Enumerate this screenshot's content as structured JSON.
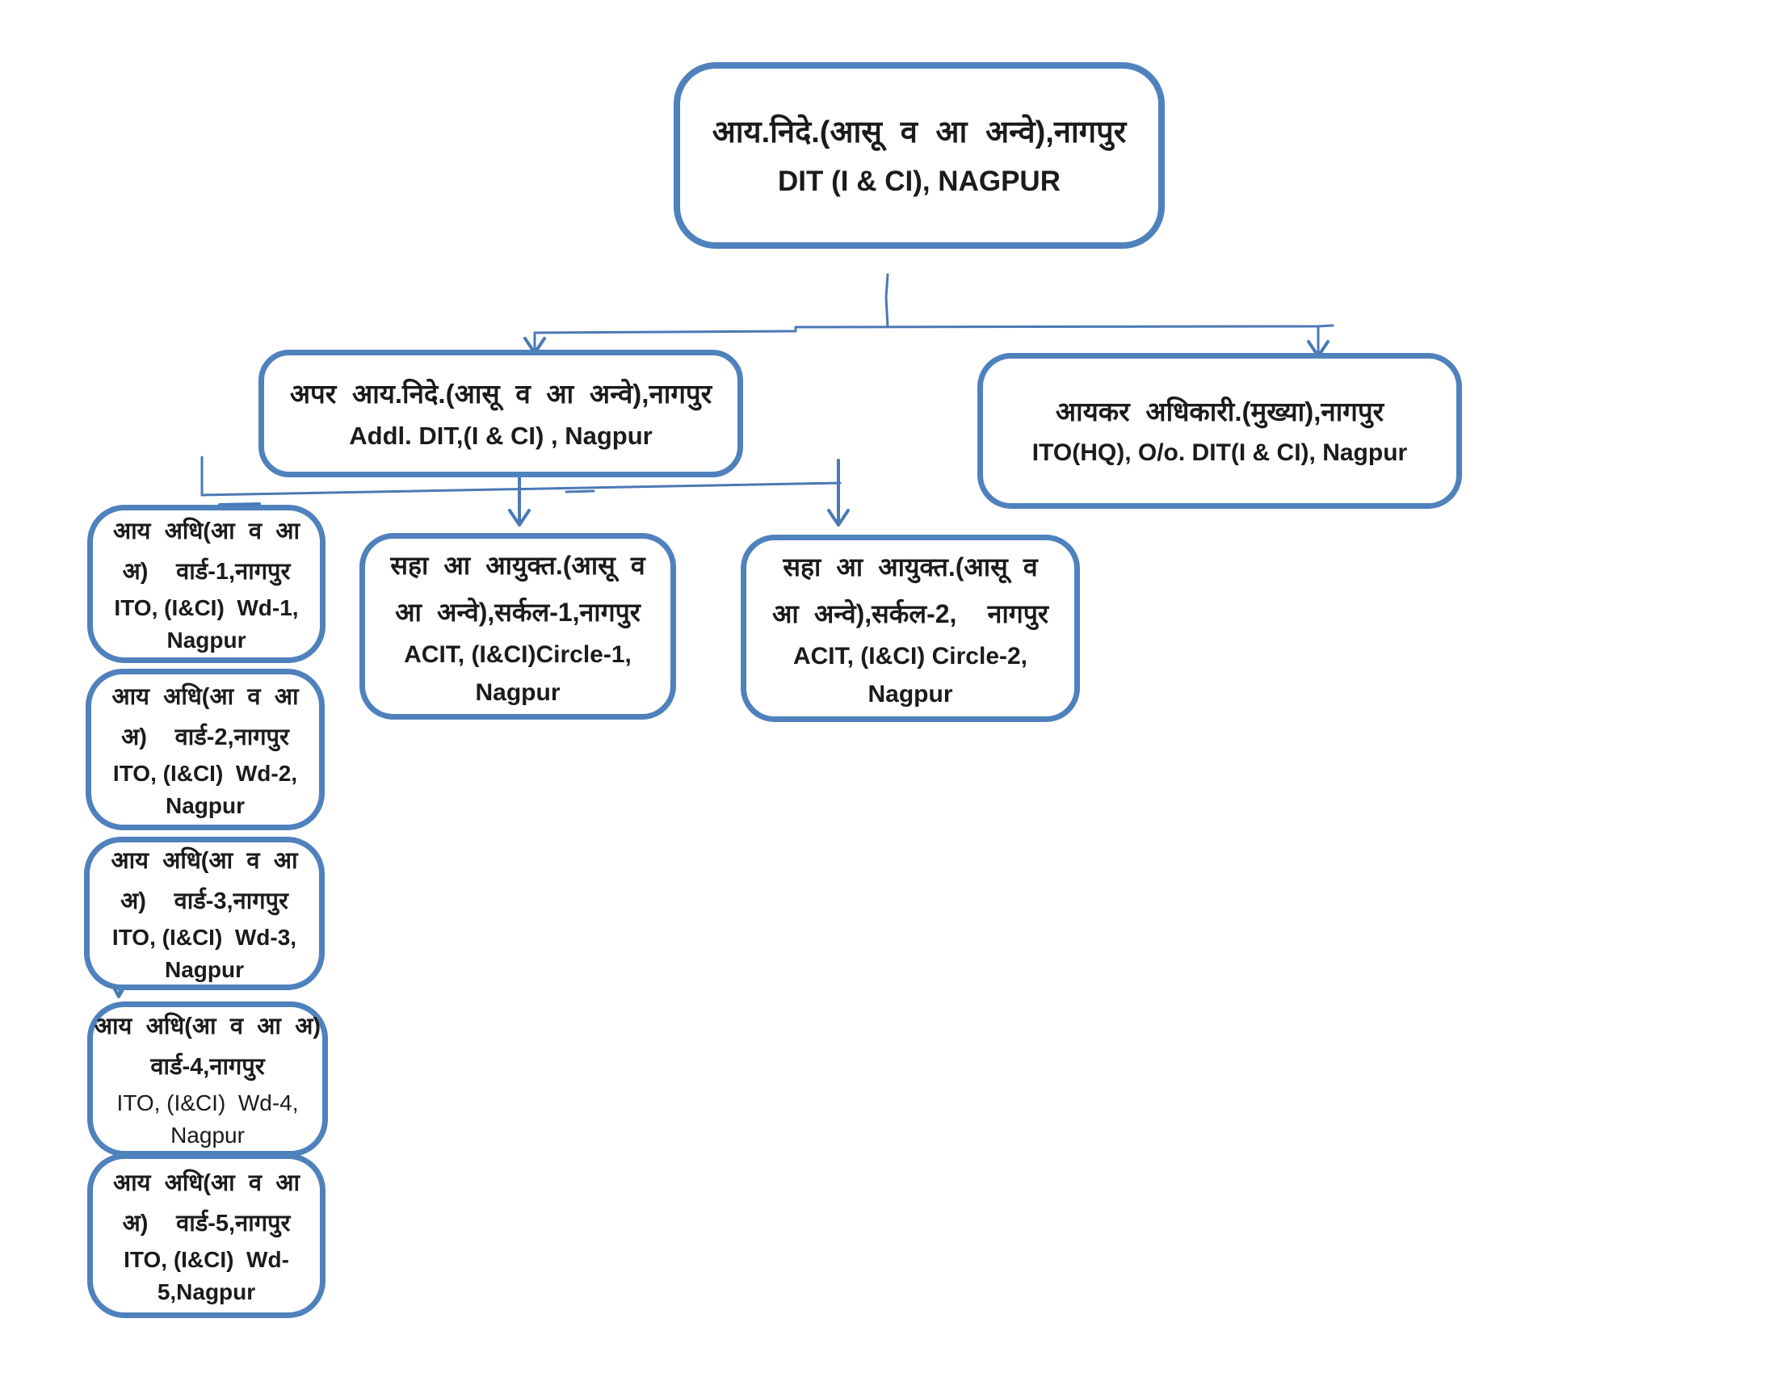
{
  "colors": {
    "accent": "#4f81bd",
    "connector": "#4a79b5",
    "text": "#1b1b1b"
  },
  "nodes": [
    {
      "id": "dit-nagpur",
      "hindi_lines": [
        "आय.निदे.(आसू व आ अन्वे),नागपुर"
      ],
      "english_lines": [
        "DIT (I & CI), NAGPUR"
      ]
    },
    {
      "id": "addl-dit",
      "hindi_lines": [
        "अपर आय.निदे.(आसू व आ अन्वे),नागपुर"
      ],
      "english_lines": [
        "Addl. DIT,(I & CI) , Nagpur"
      ]
    },
    {
      "id": "ito-hq",
      "hindi_lines": [
        "आयकर अधिकारी.(मुख्या),नागपुर"
      ],
      "english_lines": [
        "ITO(HQ), O/o. DIT(I & CI), Nagpur"
      ]
    },
    {
      "id": "acit-circle-1",
      "hindi_lines": [
        "सहा आ आयुक्त.(आसू व",
        "आ अन्वे),सर्कल-1,नागपुर"
      ],
      "english_lines": [
        "ACIT, (I&CI)Circle-1,",
        "Nagpur"
      ]
    },
    {
      "id": "acit-circle-2",
      "hindi_lines": [
        "सहा आ आयुक्त.(आसू व",
        "आ अन्वे),सर्कल-2,  नागपुर"
      ],
      "english_lines": [
        "ACIT, (I&CI) Circle-2,",
        "Nagpur"
      ]
    },
    {
      "id": "ito-ward-1",
      "hindi_lines": [
        "आय अधि(आ व आ",
        "अ)  वार्ड-1,नागपुर"
      ],
      "english_lines": [
        "ITO, (I&CI)  Wd-1,",
        "Nagpur"
      ]
    },
    {
      "id": "ito-ward-2",
      "hindi_lines": [
        "आय अधि(आ व आ",
        "अ)  वार्ड-2,नागपुर"
      ],
      "english_lines": [
        "ITO, (I&CI)  Wd-2,",
        "Nagpur"
      ]
    },
    {
      "id": "ito-ward-3",
      "hindi_lines": [
        "आय अधि(आ व आ",
        "अ)  वार्ड-3,नागपुर"
      ],
      "english_lines": [
        "ITO, (I&CI)  Wd-3,",
        "Nagpur"
      ]
    },
    {
      "id": "ito-ward-4",
      "hindi_lines": [
        "आय अधि(आ व आ अ)",
        "वार्ड-4,नागपुर"
      ],
      "english_lines": [
        "ITO, (I&CI)  Wd-4,",
        "Nagpur"
      ]
    },
    {
      "id": "ito-ward-5",
      "hindi_lines": [
        "आय अधि(आ व आ",
        "अ)  वार्ड-5,नागपुर"
      ],
      "english_lines": [
        "ITO, (I&CI)  Wd-",
        "5,Nagpur"
      ]
    }
  ]
}
